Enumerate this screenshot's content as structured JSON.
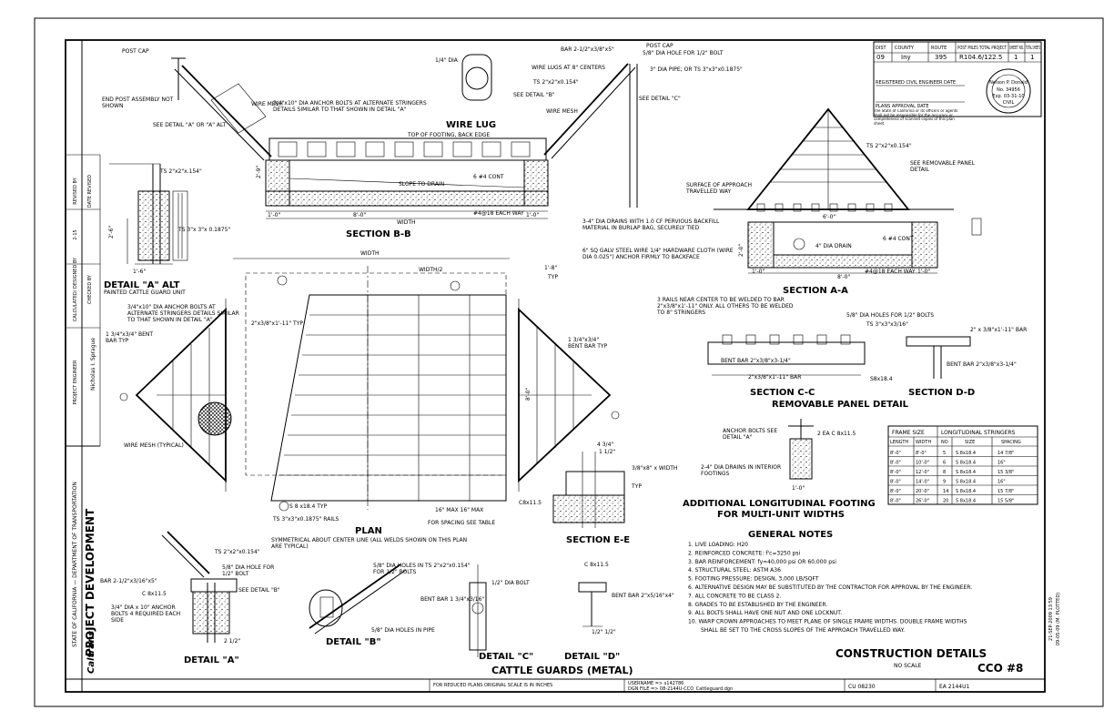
{
  "sheet": {
    "title": "CONSTRUCTION DETAILS",
    "scale": "NO SCALE",
    "sheet_code": "CCO #8",
    "main_caption": "CATTLE GUARDS (METAL)",
    "agency": "STATE OF CALIFORNIA — DEPARTMENT OF TRANSPORTATION",
    "division": "PROJECT DEVELOPMENT",
    "caltrans_logo": "Caltrans",
    "bottom_note": "FOR REDUCED PLANS ORIGINAL SCALE IS IN INCHES",
    "unit": "CU 08230",
    "ea": "EA 2144U1",
    "dgn_a": "USERNAME => s142786",
    "dgn_b": "DGN FILE => 08-2144U-CCO_Cattleguard.dgn",
    "plot_date": "21-SEP-2009 13:59",
    "last_revision": "09-05-09 (M. PLOTTED)"
  },
  "titleblock": {
    "headers": [
      "DIST",
      "COUNTY",
      "ROUTE",
      "POST MILES TOTAL PROJECT",
      "SHEET NO.",
      "TOTAL SHEETS"
    ],
    "values": [
      "09",
      "Iny",
      "395",
      "R104.6/122.5",
      "1",
      "1"
    ],
    "engineer_line": "REGISTERED CIVIL ENGINEER DATE",
    "approval_line": "PLANS APPROVAL DATE",
    "disclaimer": "The State of California or its officers or agents shall not be responsible for the accuracy or completeness of scanned copies of this plan sheet.",
    "stamp_name": "Nelson P. Donald",
    "stamp_no": "No. 34956",
    "stamp_exp": "Exp. 03-31-10",
    "stamp_civil": "CIVIL"
  },
  "side": {
    "project_engineer": "PROJECT ENGINEER",
    "engineer_name": "Nicholas I. Sprague",
    "calculated": "CALCULATED/ DESIGNED BY",
    "checked": "CHECKED BY",
    "revised": "REVISED BY",
    "date_revised": "DATE REVISED",
    "date": "2-15"
  },
  "views": {
    "section_bb": "SECTION B-B",
    "section_aa": "SECTION A-A",
    "section_cc": "SECTION C-C",
    "section_dd": "SECTION D-D",
    "removable": "REMOVABLE PANEL DETAIL",
    "section_ee": "SECTION E-E",
    "plan": "PLAN",
    "detail_a_alt": "DETAIL \"A\" ALT",
    "detail_a": "DETAIL \"A\"",
    "detail_b": "DETAIL \"B\"",
    "detail_c": "DETAIL \"C\"",
    "detail_d": "DETAIL \"D\"",
    "wire_lug": "WIRE LUG",
    "additional": "ADDITIONAL LONGITUDINAL FOOTING",
    "additional2": "FOR MULTI-UNIT WIDTHS"
  },
  "callouts": {
    "post_cap_l": "POST CAP",
    "end_post": "END POST ASSEMBLY NOT SHOWN",
    "wire_mesh": "WIRE MESH",
    "anchor_bolts": "3/4\"x10\" DIA ANCHOR BOLTS AT ALTERNATE STRINGERS DETAILS SIMILAR TO THAT SHOWN IN DETAIL \"A\"",
    "see_detail_a_alt": "SEE DETAIL \"A\" OR \"A\" ALT",
    "top_footing": "TOP OF FOOTING, BACK EDGE",
    "slope_drain": "SLOPE TO DRAIN",
    "four_cont": "6 #4 CONT",
    "bar_dia": "1/4\" DIA",
    "bar_cap": "BAR 2-1/2\"x3/8\"x5\"",
    "post_cap_r": "POST CAP",
    "hole_58": "5/8\" DIA HOLE FOR 1/2\" BOLT",
    "wire_lugs": "WIRE LUGS AT 8\" CENTERS",
    "pipe": "3\" DIA PIPE; OR TS 3\"x3\"x0.1875\"",
    "ts_22": "TS 2\"x2\"x0.154\"",
    "see_b": "SEE DETAIL \"B\"",
    "see_c": "SEE DETAIL \"C\"",
    "width": "WIDTH",
    "ts_22_l": "TS 2\"x2\"x.154\"",
    "ts_33": "TS 3\"x 3\"x 0.1875\"",
    "drains": "3-4\" DIA DRAINS WITH 1.0 CF PERVIOUS BACKFILL MATERIAL IN BURLAP BAG, SECURELY TIED",
    "hardware_cloth": "6\" SQ GALV STEEL WIRE 1/4\" HARDWARE CLOTH (WIRE DIA 0.025\") ANCHOR FIRMLY TO BACKFACE",
    "each_way": "#4@18 EACH WAY",
    "dim_1_0": "1'-0\"",
    "dim_8_0": "8'-0\"",
    "dim_2_9": "2'-9\"",
    "dim_2_6": "2'-6\"",
    "dim_1_6": "1'-6\"",
    "dim_6_0": "6'-0\"",
    "dim_2_0": "2'-0\"",
    "surface": "SURFACE OF APPROACH TRAVELLED WAY",
    "see_removable": "SEE REMOVABLE PANEL DETAIL",
    "drain_4": "4\" DIA DRAIN",
    "painted": "PAINTED CATTLE GUARD UNIT",
    "bent_bar": "1 3/4\"x3/4\" BENT BAR TYP",
    "anchor_bolts2": "3/4\"x10\" DIA ANCHOR BOLTS AT ALTERNATE STRINGERS DETAILS SIMILAR TO THAT SHOWN IN DETAIL \"A\"",
    "wire_mesh2": "WIRE MESH (TYPICAL)",
    "two_rails": "2\"x3/8\"x1'-11\" TYP",
    "width_half": "WIDTH/2",
    "dim_1_8": "1'-8\"",
    "typ": "TYP",
    "s8": "S 8 x18.4 TYP",
    "rails": "TS 3\"x3\"x0.1875\" RAILS",
    "symmetrical": "SYMMETRICAL ABOUT CENTER LINE (ALL WELDS SHOWN ON THIS PLAN ARE TYPICAL)",
    "spacing": "FOR SPACING SEE TABLE",
    "max16": "16\" MAX 16\" MAX",
    "c8": "C8x11.5",
    "three_rails": "3 RAILS NEAR CENTER TO BE WELDED TO BAR 2\"x3/8\"x1'-11\" ONLY. ALL OTHERS TO BE WELDED TO 8\" STRINGERS",
    "holes_58": "5/8\" DIA HOLES FOR 1/2\" BOLTS",
    "ts_333": "TS 3\"x3\"x3/16\"",
    "bar_2": "2\" x 3/8\"x1'-11\" BAR",
    "bent_bar_cc": "BENT BAR 2\"x3/8\"x3-1/4\"",
    "bar_cc": "2\"x3/8\"x1'-11\" BAR",
    "s8_2": "S8x18.4",
    "bent_bar_dd": "BENT BAR 2\"x3/8\"x3-1/4\"",
    "anchor_ab": "ANCHOR BOLTS SEE DETAIL \"A\"",
    "two_c8": "2 EA C 8x11.5",
    "drains_ft": "2-4\" DIA DRAINS IN INTERIOR FOOTINGS",
    "ee_434": "4 3/4\"",
    "ee_112": "1 1/2\"",
    "ee_width": "3/8\"x8\" x WIDTH",
    "ee_typ": "TYP",
    "ts_22_a": "TS 2\"x2\"x0.154\"",
    "bar_a": "BAR 2-1/2\"x3/16\"x5\"",
    "hole_a": "5/8\" DIA HOLE FOR 1/2\" BOLT",
    "c8_a": "C 8x11.5",
    "see_b_a": "SEE DETAIL \"B\"",
    "anchor_a": "3/4\" DIA x 10\" ANCHOR BOLTS 4 REQUIRED EACH SIDE",
    "dim_a": "2 1/2\"",
    "detb_holes": "5/8\" DIA HOLES IN TS 2\"x2\"x0.154\" FOR 1/2\" BOLTS",
    "detb_pipe": "5/8\" DIA HOLES IN PIPE",
    "detc_bolt": "1/2\" DIA BOLT",
    "detc_bent": "BENT BAR 1 3/4\"x3/16\"",
    "detd_c8": "C 8x11.5",
    "detd_bar": "BENT BAR 2\"x5/16\"x4\"",
    "detd_dim": "1/2\" 1/2\""
  },
  "frame_table": {
    "headers": [
      "FRAME SIZE",
      "LONGITUDINAL STRINGERS"
    ],
    "subheaders": [
      "LENGTH",
      "WIDTH",
      "NO",
      "SIZE",
      "SPACING"
    ],
    "rows": [
      [
        "8'-0\"",
        "8'-0\"",
        "5",
        "S 8x18.4",
        "14 7/8\""
      ],
      [
        "8'-0\"",
        "10'-0\"",
        "6",
        "S 8x18.4",
        "16\""
      ],
      [
        "8'-0\"",
        "12'-0\"",
        "8",
        "S 8x18.4",
        "15 3/8\""
      ],
      [
        "8'-0\"",
        "14'-0\"",
        "9",
        "S 8x18.4",
        "16\""
      ],
      [
        "8'-0\"",
        "20'-0\"",
        "14",
        "S 8x18.4",
        "15 7/8\""
      ],
      [
        "8'-0\"",
        "26'-0\"",
        "20",
        "S 8x18.4",
        "15 5/8\""
      ]
    ]
  },
  "notes": {
    "heading": "GENERAL NOTES",
    "items": [
      "1. LIVE LOADING: H20",
      "2. REINFORCED CONCRETE: f'c=3250 psi",
      "3. BAR REINFORCEMENT: fy=40,000 psi OR 60,000 psi",
      "4. STRUCTURAL STEEL: ASTM A36",
      "5. FOOTING PRESSURE: DESIGN, 3,000 LB/SQFT",
      "6. ALTERNATIVE DESIGN MAY BE SUBSTITUTED BY THE CONTRACTOR FOR APPROVAL BY THE ENGINEER.",
      "7. ALL CONCRETE TO BE CLASS 2.",
      "8. GRADES TO BE ESTABLISHED BY THE ENGINEER.",
      "9. ALL BOLTS SHALL HAVE ONE NUT AND ONE LOCKNUT.",
      "10. WARP CROWN APPROACHES TO MEET PLANE OF SINGLE FRAME WIDTHS. DOUBLE FRAME WIDTHS",
      "SHALL BE SET TO THE CROSS SLOPES OF THE APPROACH TRAVELLED WAY."
    ]
  }
}
